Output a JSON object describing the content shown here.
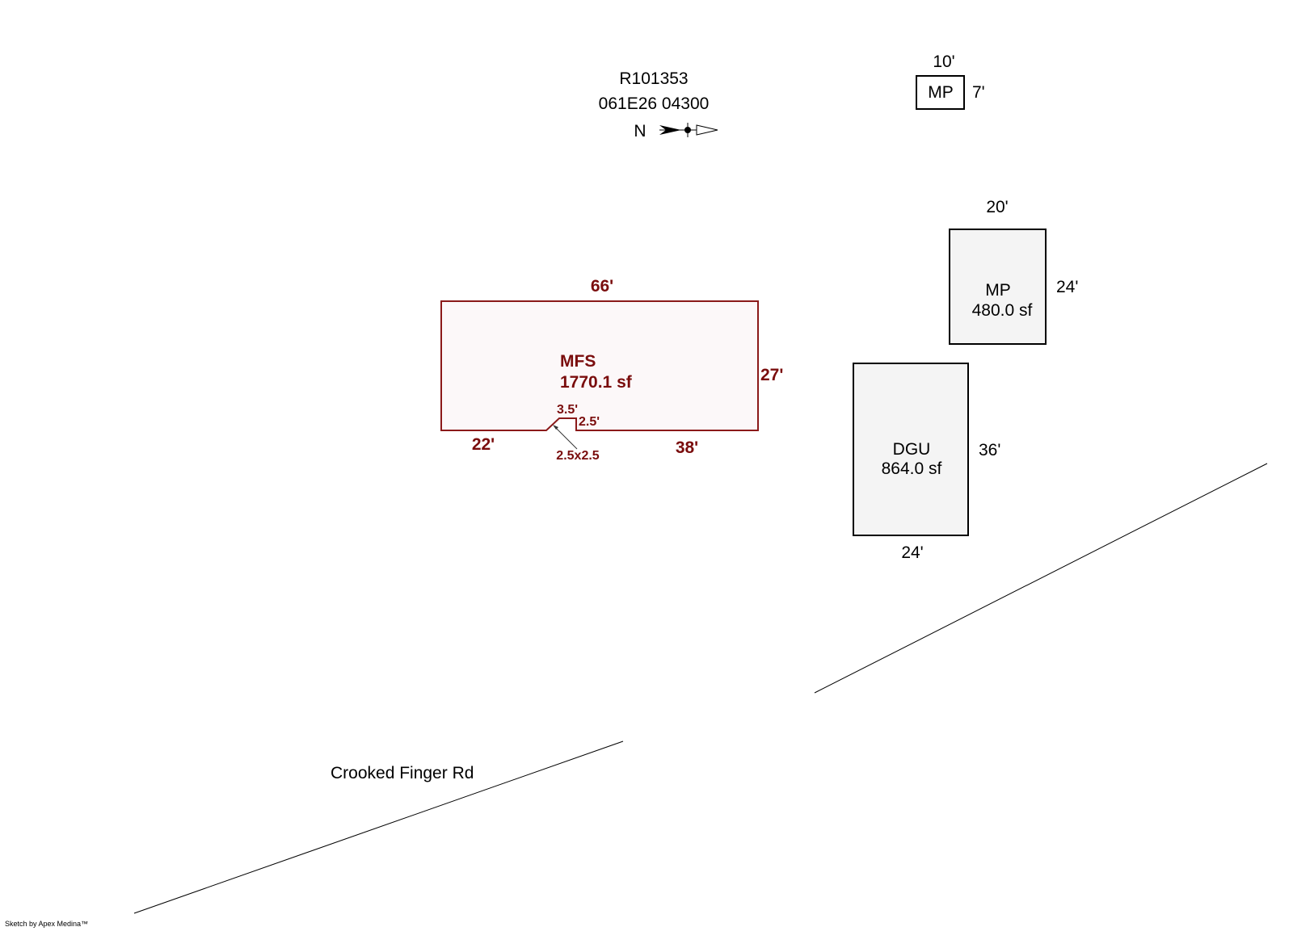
{
  "header": {
    "account": "R101353",
    "map_tax_lot": "061E26 04300",
    "north_label": "N"
  },
  "road": {
    "name": "Crooked Finger Rd"
  },
  "credit": "Sketch by Apex Medina™",
  "buildings": {
    "mfs": {
      "code": "MFS",
      "area": "1770.1 sf",
      "dim_top": "66'",
      "dim_right": "27'",
      "dim_bottom_left": "22'",
      "dim_bottom_right": "38'",
      "dim_notch_top": "3.5'",
      "dim_notch_side": "2.5'",
      "dim_notch_corner": "2.5x2.5"
    },
    "mp_small": {
      "code": "MP",
      "dim_top": "10'",
      "dim_right": "7'"
    },
    "mp_large": {
      "code": "MP",
      "area": "480.0 sf",
      "dim_top": "20'",
      "dim_right": "24'"
    },
    "dgu": {
      "code": "DGU",
      "area": "864.0 sf",
      "dim_right": "36'",
      "dim_bottom": "24'"
    }
  },
  "colors": {
    "mfs_outline": "#8b1a1a",
    "mfs_text": "#7a0d0d",
    "mfs_fill": "#fcf8f9",
    "outbuilding_fill": "#f4f4f4",
    "line": "#000000"
  }
}
